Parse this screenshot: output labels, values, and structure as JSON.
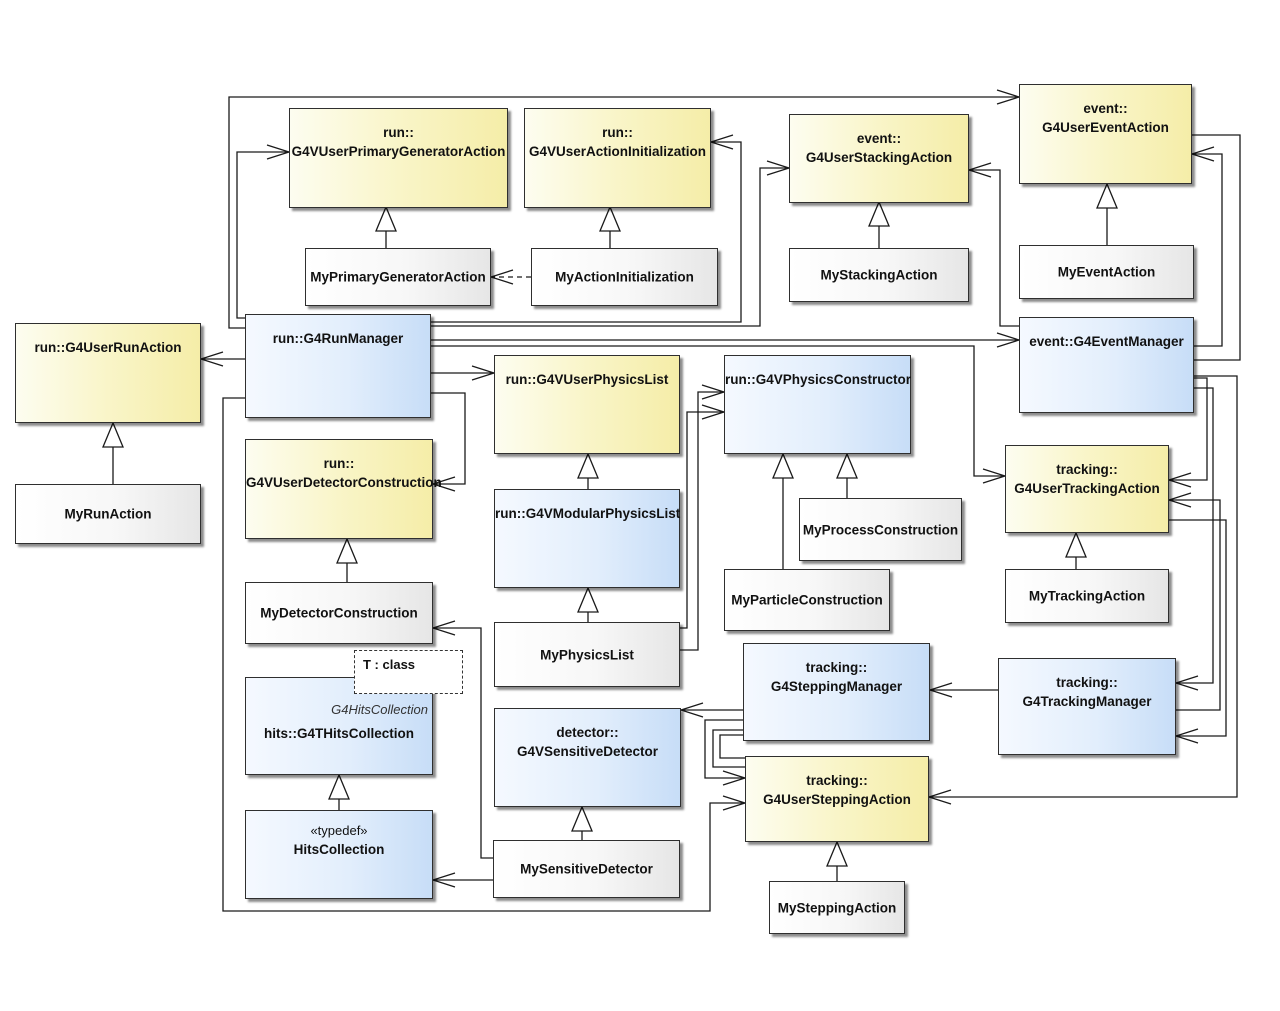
{
  "classes": {
    "primary_gen_action": {
      "ns": "run::",
      "name": "G4VUserPrimaryGeneratorAction"
    },
    "action_init": {
      "ns": "run::",
      "name": "G4VUserActionInitialization"
    },
    "stacking_action": {
      "ns": "event::",
      "name": "G4UserStackingAction"
    },
    "event_action": {
      "ns": "event::",
      "name": "G4UserEventAction"
    },
    "my_primary_gen": {
      "name": "MyPrimaryGeneratorAction"
    },
    "my_action_init": {
      "name": "MyActionInitialization"
    },
    "my_stacking": {
      "name": "MyStackingAction"
    },
    "my_event": {
      "name": "MyEventAction"
    },
    "run_action": {
      "name": "run::G4UserRunAction"
    },
    "run_manager": {
      "name": "run::G4RunManager"
    },
    "event_manager": {
      "name": "event::G4EventManager"
    },
    "physics_list": {
      "name": "run::G4VUserPhysicsList"
    },
    "physics_constructor": {
      "name": "run::G4VPhysicsConstructor"
    },
    "my_run": {
      "name": "MyRunAction"
    },
    "detector_construction": {
      "ns": "run::",
      "name": "G4VUserDetectorConstruction"
    },
    "modular_physics": {
      "name": "run::G4VModularPhysicsList"
    },
    "my_process": {
      "name": "MyProcessConstruction"
    },
    "tracking_action": {
      "ns": "tracking::",
      "name": "G4UserTrackingAction"
    },
    "my_detector": {
      "name": "MyDetectorConstruction"
    },
    "my_particle": {
      "name": "MyParticleConstruction"
    },
    "my_tracking": {
      "name": "MyTrackingAction"
    },
    "my_physics": {
      "name": "MyPhysicsList"
    },
    "hits_collection": {
      "template_param": "T : class",
      "binding": "G4HitsCollection",
      "name": "hits::G4THitsCollection"
    },
    "stepping_manager": {
      "ns": "tracking::",
      "name": "G4SteppingManager"
    },
    "tracking_manager": {
      "ns": "tracking::",
      "name": "G4TrackingManager"
    },
    "sensitive_detector": {
      "ns": "detector::",
      "name": "G4VSensitiveDetector"
    },
    "stepping_action": {
      "ns": "tracking::",
      "name": "G4UserSteppingAction"
    },
    "typedef_hits": {
      "stereotype": "«typedef»",
      "name": "HitsCollection"
    },
    "my_sensitive": {
      "name": "MySensitiveDetector"
    },
    "my_stepping": {
      "name": "MySteppingAction"
    }
  },
  "colors": {
    "interface_fill": "#f9f5c8",
    "manager_fill": "#e2eefc",
    "concrete_fill": "#f2f2f2",
    "line": "#1a1a1a"
  }
}
